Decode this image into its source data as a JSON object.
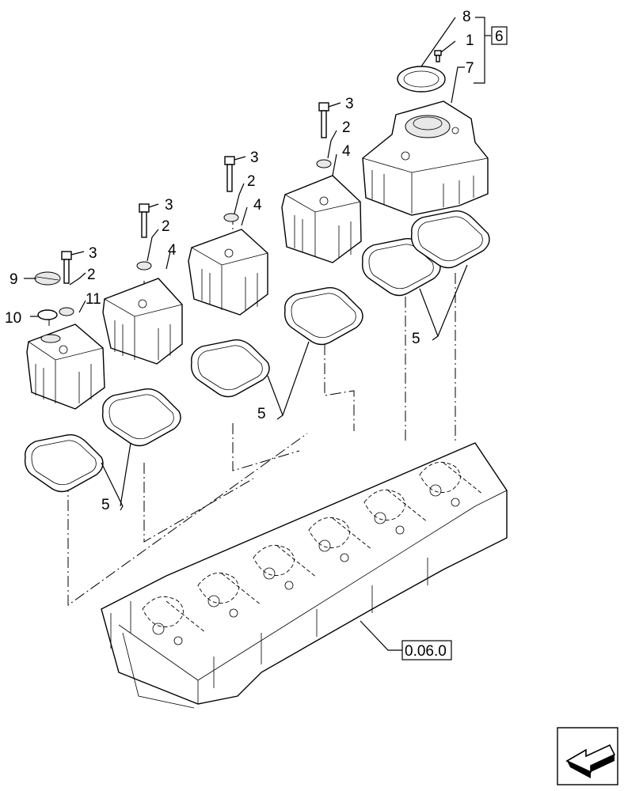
{
  "callouts": {
    "c1": "1",
    "c2": "2",
    "c3": "3",
    "c4": "4",
    "c5": "5",
    "c6": "6",
    "c7": "7",
    "c8": "8",
    "c9": "9",
    "c10": "10",
    "c11": "11"
  },
  "reference": {
    "label": "0.06.0"
  },
  "icons": {
    "nav": "next-page-arrow-icon"
  }
}
